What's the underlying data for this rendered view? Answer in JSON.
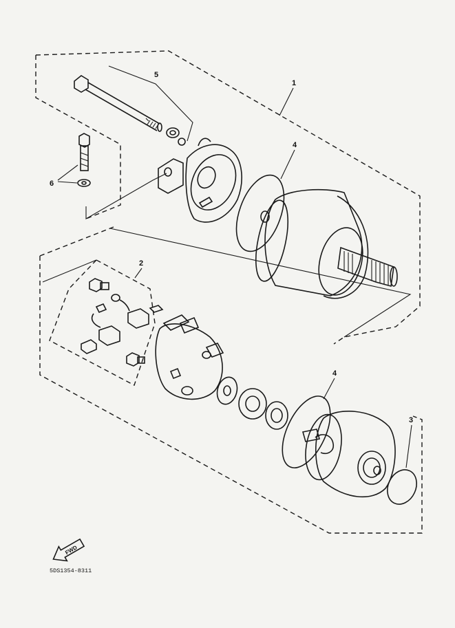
{
  "callouts": {
    "c1": "1",
    "c2": "2",
    "c3": "3",
    "c4a": "4",
    "c4b": "4",
    "c5": "5",
    "c6": "6"
  },
  "fwd_label": "FWD",
  "drawing_code": "5DS1354-8311"
}
